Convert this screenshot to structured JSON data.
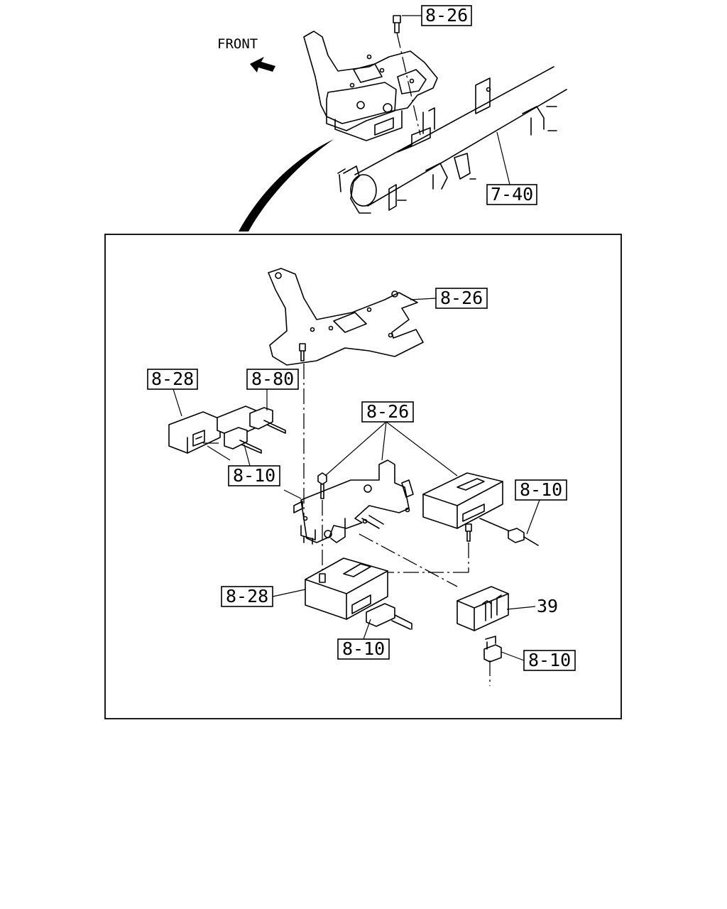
{
  "orientation": {
    "front_label": "FRONT"
  },
  "callouts": {
    "top_bolt": "8-26",
    "cross_beam": "7-40",
    "upper_bracket": "8-26",
    "left_module": "8-28",
    "left_connector_a": "8-80",
    "left_connector_b": "8-10",
    "center_bracket": "8-26",
    "right_module_connector": "8-10",
    "lower_module": "8-28",
    "lower_module_connector": "8-10",
    "relay": "39",
    "relay_connector": "8-10"
  },
  "colors": {
    "line": "#000000",
    "background": "#ffffff"
  },
  "icons": {
    "front_arrow": "arrow-left-icon"
  }
}
